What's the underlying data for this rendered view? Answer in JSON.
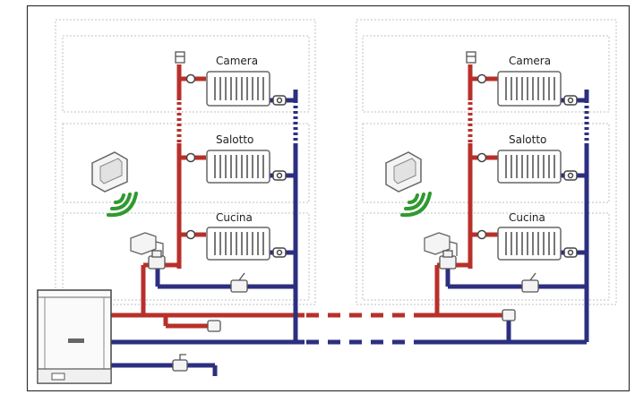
{
  "buildings": [
    {
      "rooms": [
        {
          "label": "Camera"
        },
        {
          "label": "Salotto"
        },
        {
          "label": "Cucina"
        }
      ]
    },
    {
      "rooms": [
        {
          "label": "Camera"
        },
        {
          "label": "Salotto"
        },
        {
          "label": "Cucina"
        }
      ]
    }
  ],
  "colors": {
    "flow_pipe": "#b8302a",
    "return_pipe": "#2c2f80",
    "wall_outline": "#d6d6d6",
    "device_outline": "#555555"
  }
}
